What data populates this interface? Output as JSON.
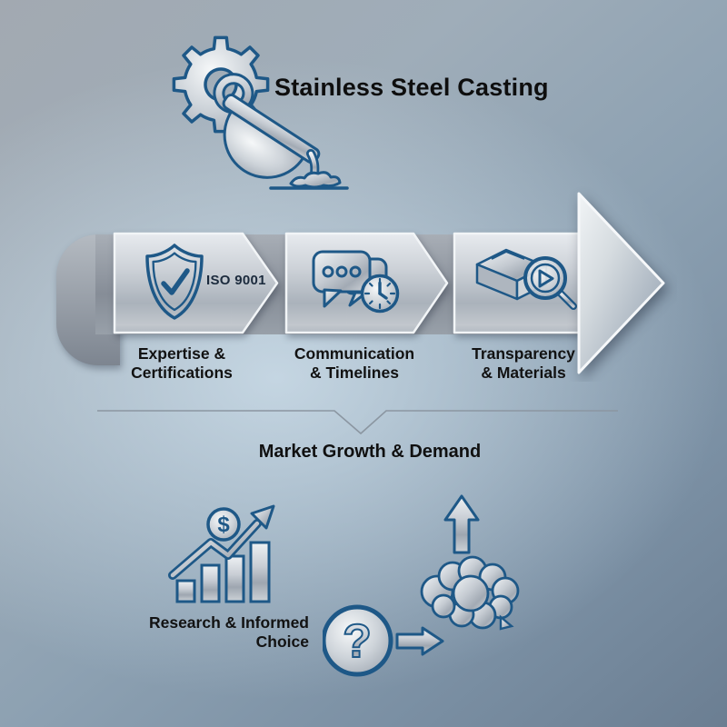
{
  "title": "Stainless Steel Casting",
  "process": {
    "badge": "ISO 9001",
    "steps": [
      {
        "label": "Expertise &\nCertifications",
        "icon": "shield-check-icon"
      },
      {
        "label": "Communication\n& Timelines",
        "icon": "chat-clock-icon"
      },
      {
        "label": "Transparency\n& Materials",
        "icon": "part-magnifier-icon"
      }
    ]
  },
  "market": {
    "label": "Market Growth & Demand"
  },
  "research": {
    "label": "Research & Informed\nChoice",
    "dollar_sign": "$",
    "question_mark": "?"
  },
  "colors": {
    "accent": "#1e5887",
    "ink": "#121212",
    "steel_light": "#eef1f4",
    "steel_dark": "#8b9aa9"
  }
}
